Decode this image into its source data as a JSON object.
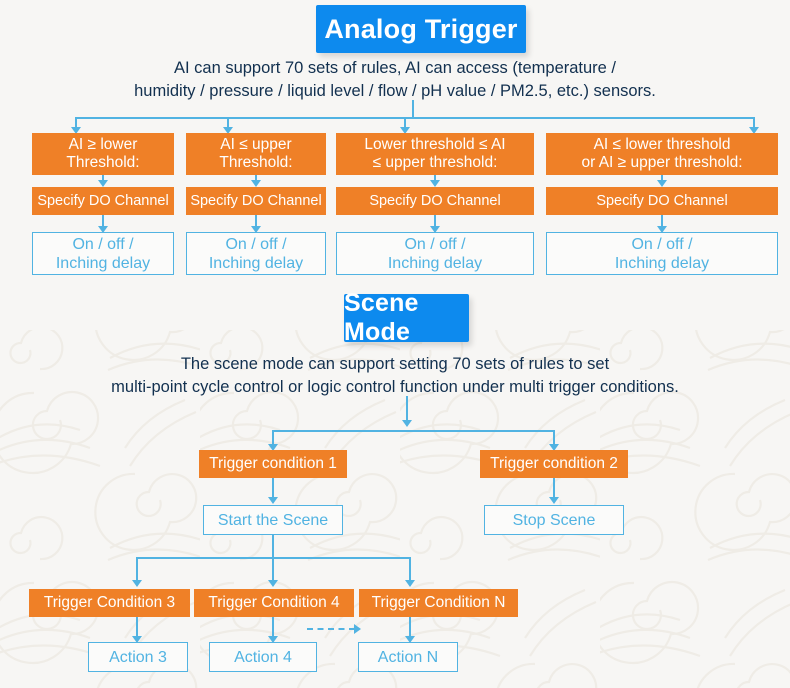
{
  "sections": {
    "analog": {
      "title": "Analog Trigger",
      "description": "AI can support 70 sets of rules, AI can access (temperature /\nhumidity / pressure / liquid level / flow / pH value / PM2.5, etc.) sensors.",
      "columns": [
        {
          "condition": "AI ≥ lower\nThreshold:",
          "action": "Specify DO Channel",
          "result": "On / off /\nInching delay"
        },
        {
          "condition": "AI ≤ upper\nThreshold:",
          "action": "Specify DO Channel",
          "result": "On / off /\nInching delay"
        },
        {
          "condition": "Lower threshold ≤ AI\n≤ upper threshold:",
          "action": "Specify DO Channel",
          "result": "On / off /\nInching delay"
        },
        {
          "condition": "AI ≤ lower threshold\nor AI ≥ upper threshold:",
          "action": "Specify DO Channel",
          "result": "On / off /\nInching delay"
        }
      ]
    },
    "scene": {
      "title": "Scene Mode",
      "description": "The scene mode can support setting 70 sets of rules to set\nmulti-point cycle control or logic control function under multi trigger conditions.",
      "trigger_1": "Trigger condition 1",
      "trigger_2": "Trigger condition 2",
      "start_scene": "Start the Scene",
      "stop_scene": "Stop Scene",
      "sub_triggers": [
        "Trigger Condition 3",
        "Trigger Condition 4",
        "Trigger Condition N"
      ],
      "actions": [
        "Action 3",
        "Action 4",
        "Action N"
      ]
    }
  },
  "colors": {
    "accent_blue": "#0d8aee",
    "line_blue": "#51b3e2",
    "orange": "#ef8027",
    "background": "#f7f6f4",
    "text_dark": "#12304f"
  }
}
